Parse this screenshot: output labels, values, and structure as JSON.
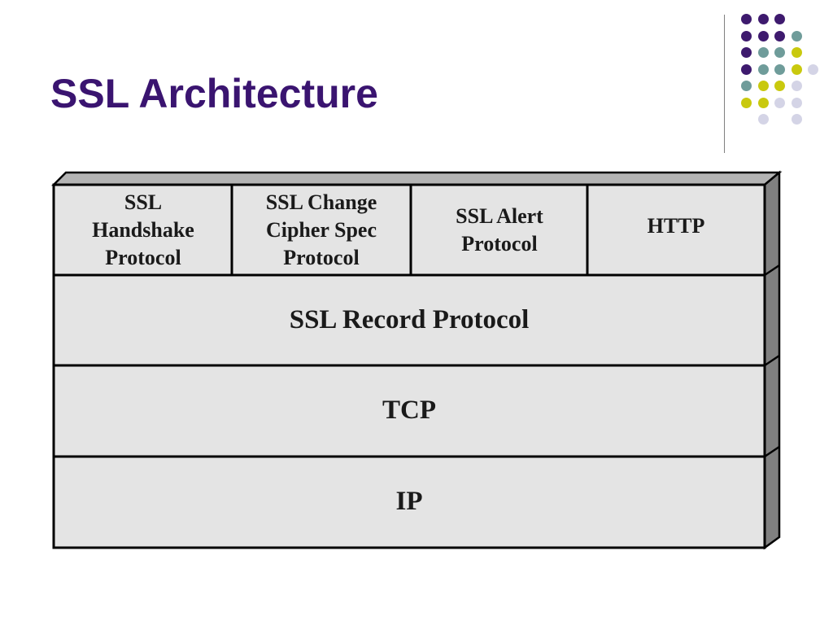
{
  "title": "SSL Architecture",
  "colors": {
    "title": "#3a1470",
    "dot_purple": "#3e1a6e",
    "dot_teal": "#6f9c9a",
    "dot_yellow": "#c9c90e",
    "dot_lavender": "#d4d4e6",
    "box_fill": "#e4e4e4",
    "box_side": "#808080",
    "box_top": "#b4b4b4",
    "border": "#000000"
  },
  "dot_grid": [
    [
      "purple",
      "purple",
      "purple",
      null,
      null
    ],
    [
      "purple",
      "purple",
      "purple",
      "teal",
      null
    ],
    [
      "purple",
      "teal",
      "teal",
      "yellow",
      null
    ],
    [
      "purple",
      "teal",
      "teal",
      "yellow",
      "lavender"
    ],
    [
      "teal",
      "yellow",
      "yellow",
      "lavender",
      null
    ],
    [
      "yellow",
      "yellow",
      "lavender",
      "lavender",
      null
    ],
    [
      null,
      "lavender",
      null,
      "lavender",
      null
    ]
  ],
  "stack": {
    "top_row": [
      {
        "id": "handshake",
        "label": "SSL\nHandshake\nProtocol"
      },
      {
        "id": "change-cipher",
        "label": "SSL Change\nCipher Spec\nProtocol"
      },
      {
        "id": "alert",
        "label": "SSL Alert\nProtocol"
      },
      {
        "id": "http",
        "label": "HTTP"
      }
    ],
    "layers": [
      {
        "id": "record",
        "label": "SSL Record Protocol"
      },
      {
        "id": "tcp",
        "label": "TCP"
      },
      {
        "id": "ip",
        "label": "IP"
      }
    ]
  }
}
